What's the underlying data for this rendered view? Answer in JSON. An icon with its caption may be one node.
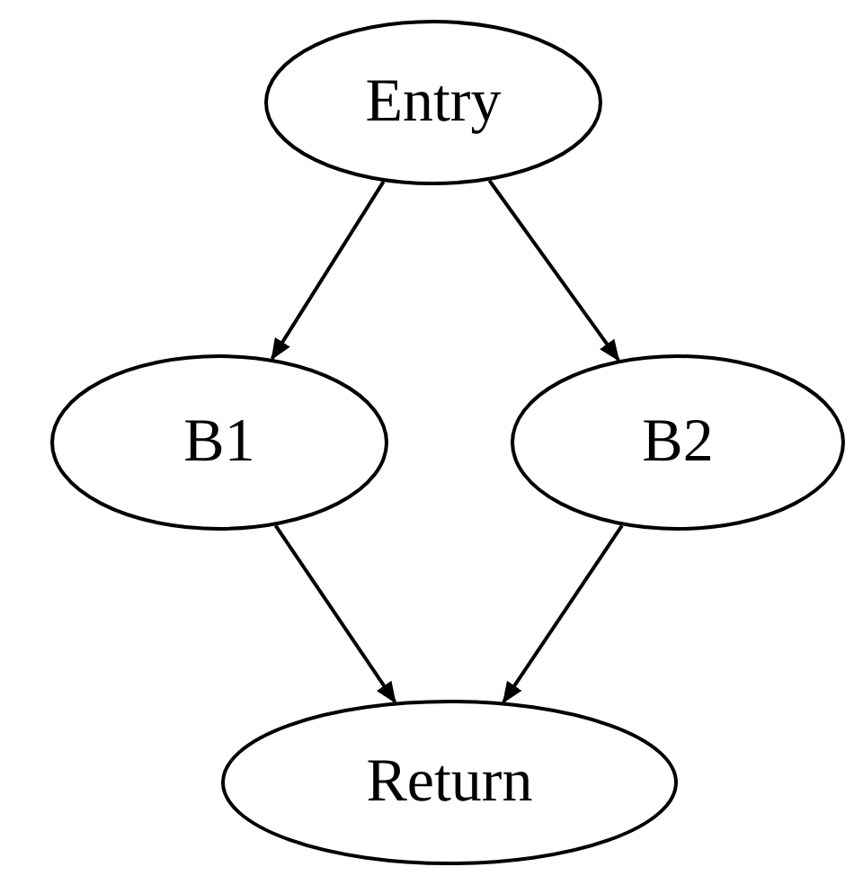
{
  "diagram": {
    "nodes": [
      {
        "text": [
          "Entry"
        ]
      },
      {
        "text": [
          "B1"
        ]
      },
      {
        "text": [
          "B2"
        ]
      },
      {
        "text": [
          "Return"
        ]
      }
    ],
    "edges": [
      {
        "from": 0,
        "to": 1,
        "arrow": "to"
      },
      {
        "from": 0,
        "to": 2,
        "arrow": "to"
      },
      {
        "from": 1,
        "to": 3,
        "arrow": "to"
      },
      {
        "from": 2,
        "to": 3,
        "arrow": "to"
      }
    ]
  }
}
